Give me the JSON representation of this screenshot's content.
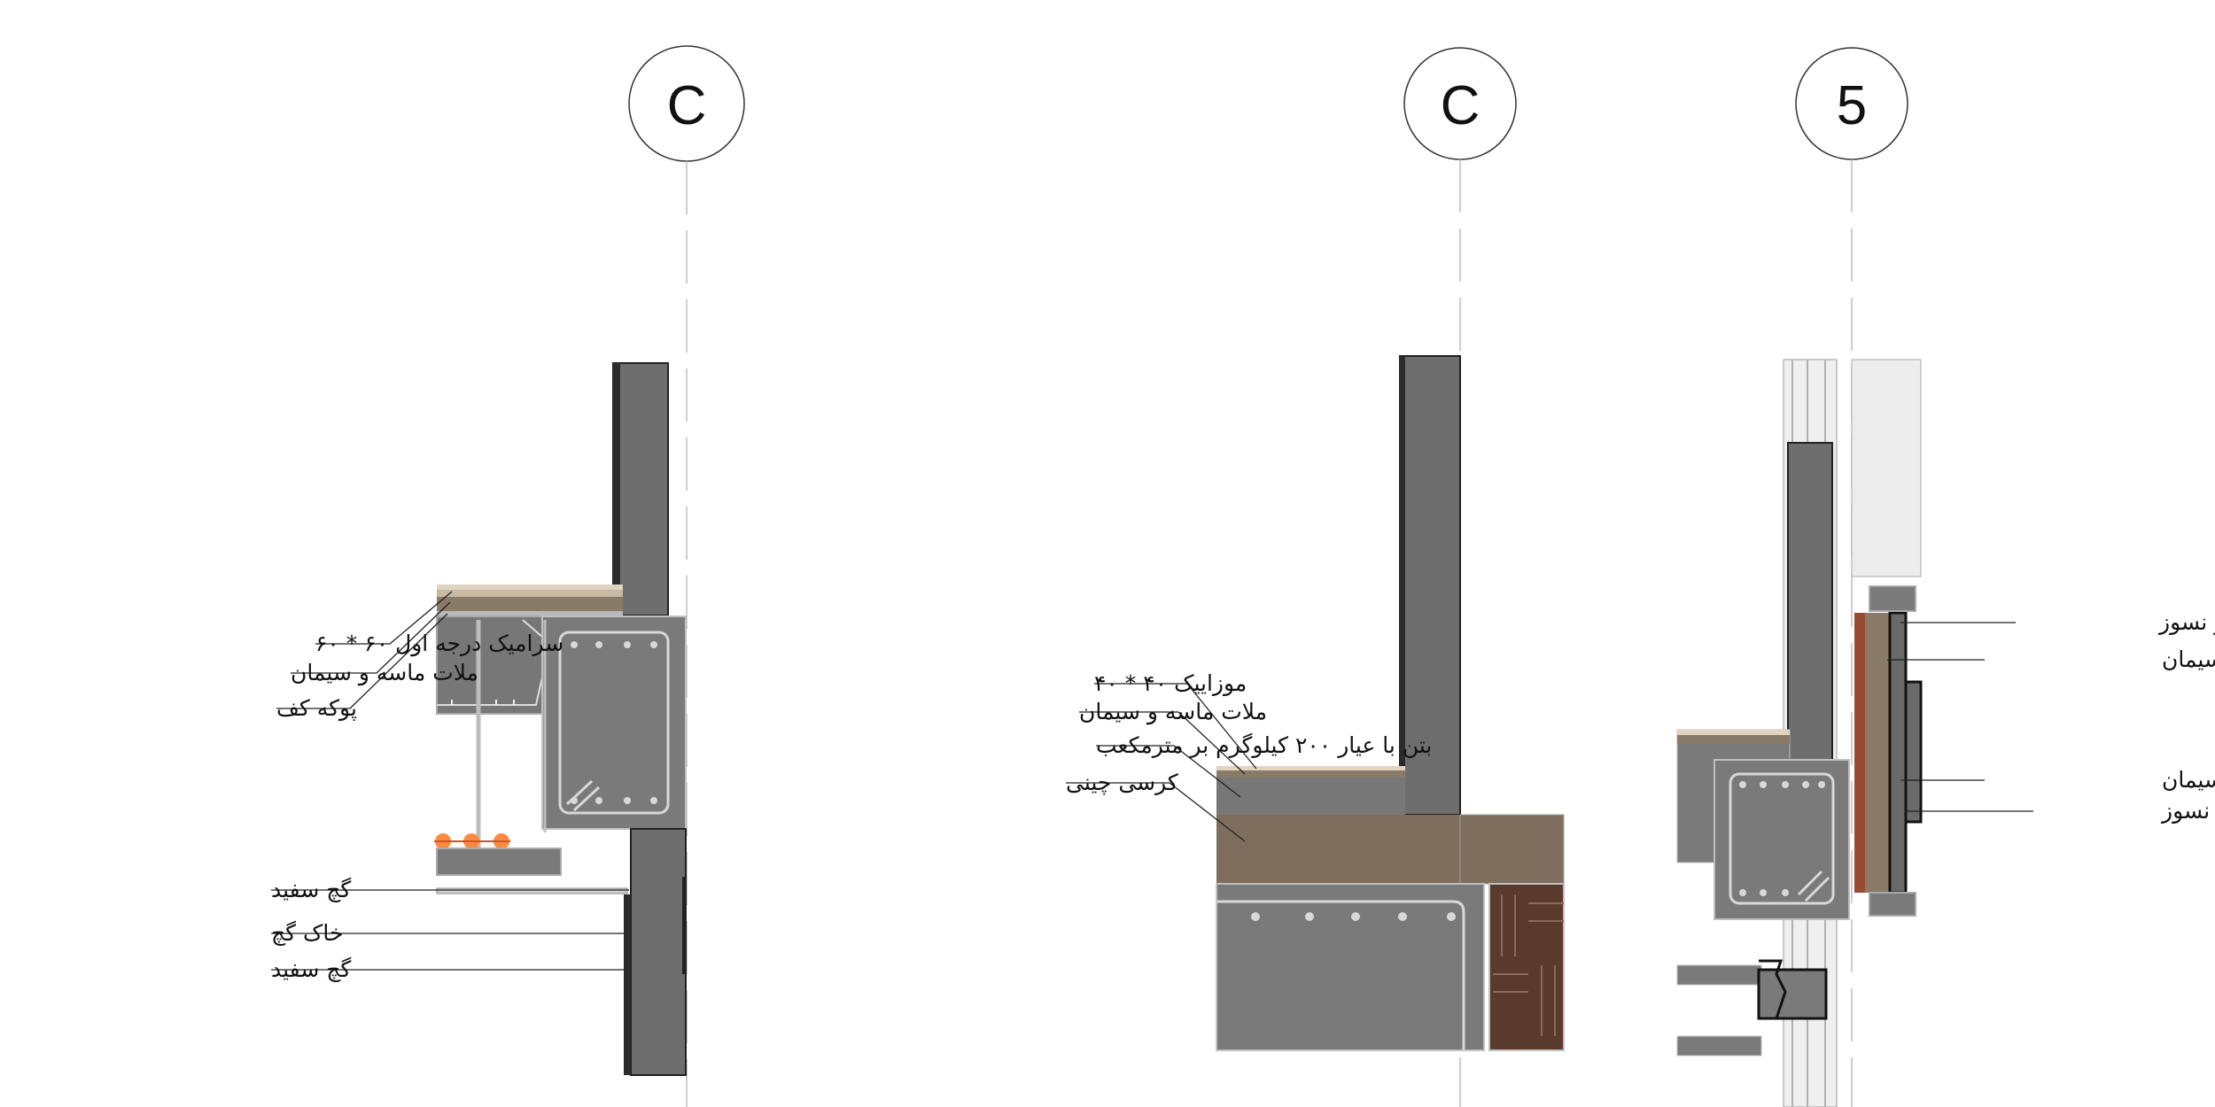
{
  "grid_bubbles": [
    "C",
    "C",
    "5"
  ],
  "details": {
    "floor_detail": {
      "labels": [
        "سرامیک درجه اول ۶۰ * ۶۰",
        "ملات ماسه و سیمان",
        "پوکه کف",
        "گچ سفید",
        "خاک گچ",
        "گچ سفید"
      ]
    },
    "plinth_detail": {
      "labels": [
        "موزاییک ۴۰ * ۴۰",
        "ملات ماسه و سیمان",
        "بتن با عیار ۲۰۰ کیلوگرم بر مترمکعب",
        "کرسی چینی"
      ]
    },
    "facade_detail": {
      "labels": [
        "آجر قرمز نسوز",
        "ملات ماسه و سیمان",
        "ملات ماسه و سیمان",
        "آجر کرم نسوز"
      ]
    }
  },
  "colors": {
    "concrete": "#7a7a7a",
    "wall": "#6e6e6e",
    "brown_layer": "#7f6e5e",
    "terracotta": "#9a4a32",
    "ceramic": "#c9b9a3",
    "parquet": "#5a3a2c",
    "light_steel": "#bdbdbd",
    "lamp": "#ff8a3d"
  }
}
